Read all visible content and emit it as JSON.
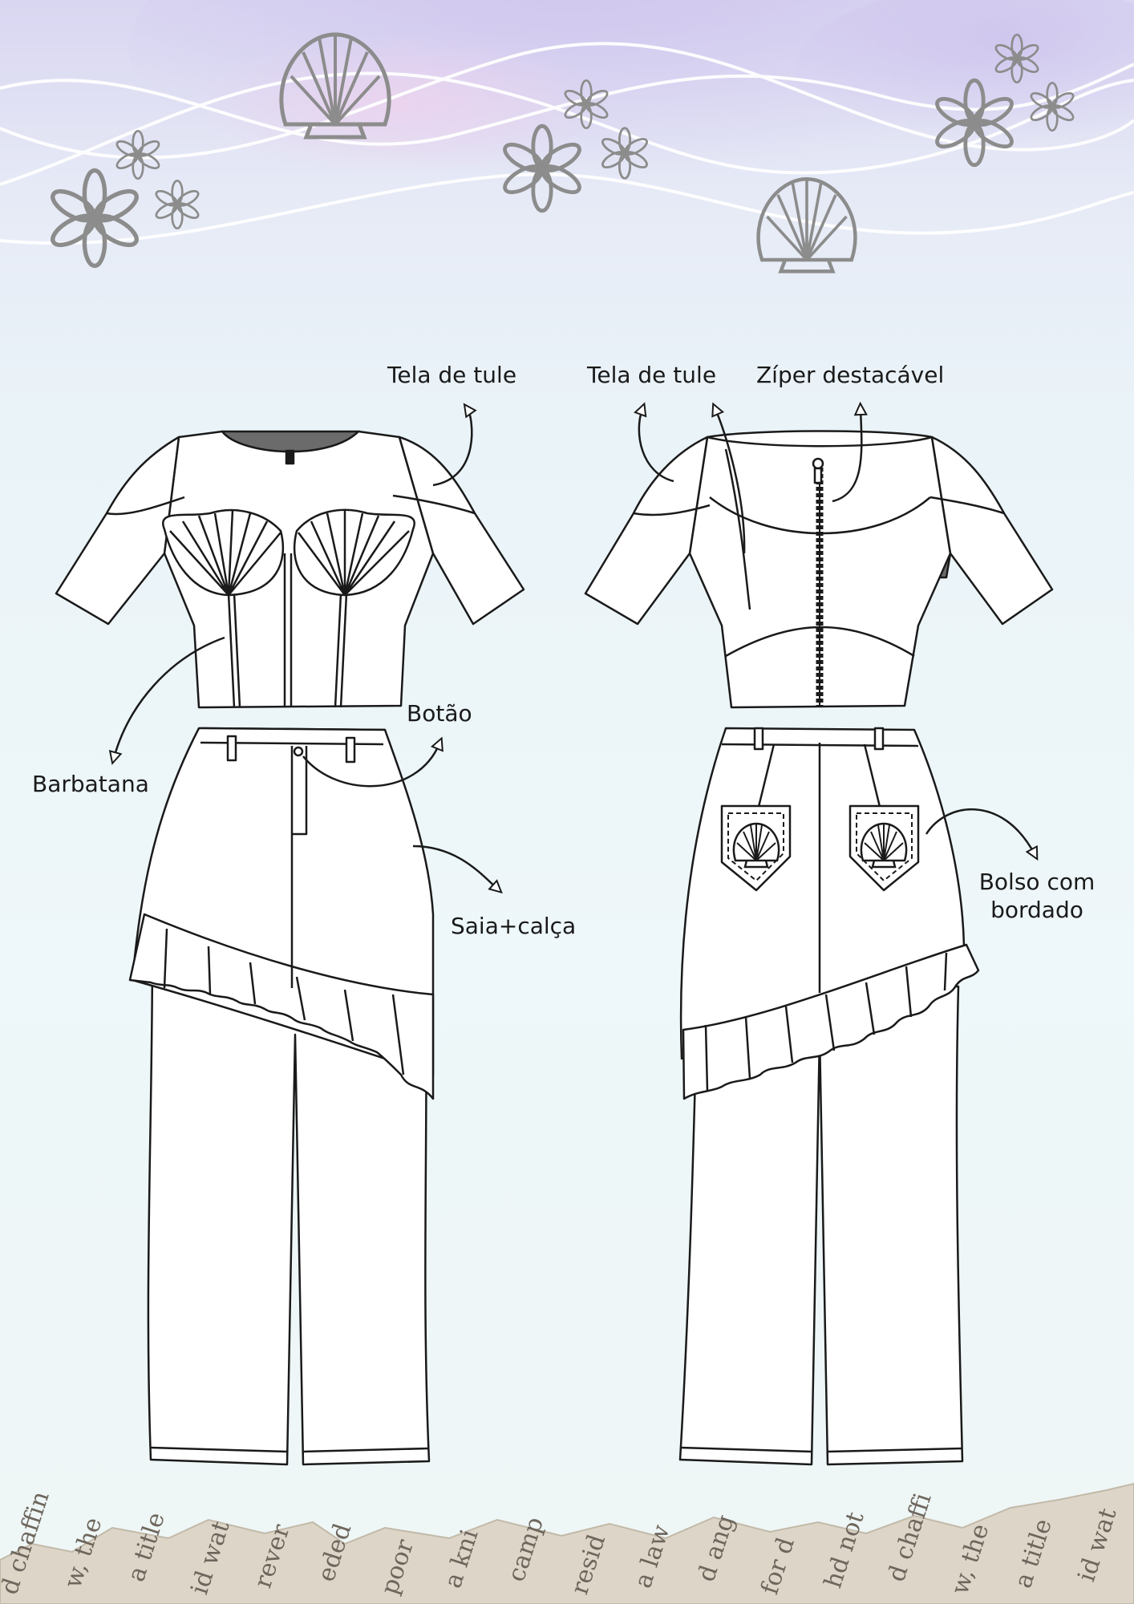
{
  "labels": {
    "front_mesh": "Tela de tule",
    "back_mesh": "Tela de tule",
    "zipper": "Zíper destacável",
    "boning": "Barbatana",
    "button": "Botão",
    "skirt_pants": "Saia+calça",
    "pocket_line1": "Bolso com",
    "pocket_line2": "bordado"
  },
  "colors": {
    "outline": "#1a1a1a",
    "ornament": "#8c8c8c",
    "paper": "#eef7f9",
    "lining": "#6b6b6b",
    "torn_paper": "#ddd6c8"
  },
  "torn_paper_text": [
    "d chaffin",
    "w, the",
    "a title",
    "id wat",
    "rever",
    "eded",
    "poor",
    "a kni",
    "camp",
    "resid",
    "a law",
    "d ang",
    "for d",
    "hd not",
    "d chaffi",
    "w, the",
    "a title",
    "id wat"
  ]
}
